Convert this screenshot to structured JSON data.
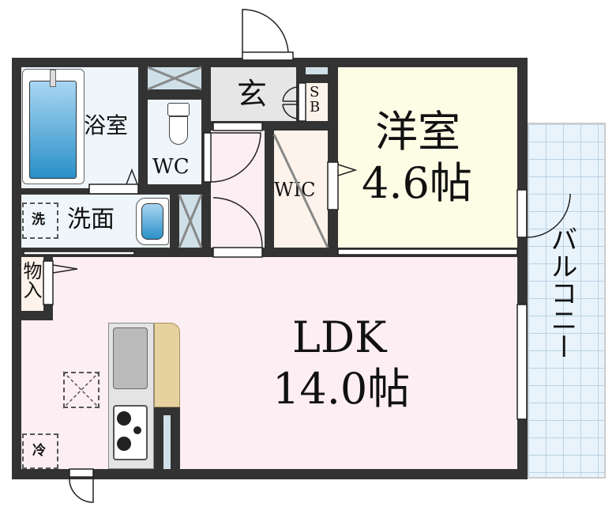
{
  "rooms": {
    "bath": {
      "label": "浴室"
    },
    "wc": {
      "label": "WC"
    },
    "entrance": {
      "label": "玄"
    },
    "shoe_box": {
      "label": "SB"
    },
    "wic": {
      "label": "WIC"
    },
    "western_room": {
      "label": "洋室",
      "size": "4.6帖"
    },
    "washroom": {
      "label": "洗面",
      "washer_label": "洗"
    },
    "storage": {
      "label": "物入"
    },
    "ldk": {
      "label": "LDK",
      "size": "14.0帖"
    },
    "fridge": {
      "label": "冷"
    },
    "balcony": {
      "label": "バルコニー"
    }
  },
  "colors": {
    "wall": "#333333",
    "ldk": "#fdeef4",
    "western": "#fdfde6",
    "wet": "#eef6fc",
    "entrance": "#e6e6e6",
    "wic": "#fdf3ea",
    "balcony": "#e9f3fb"
  }
}
